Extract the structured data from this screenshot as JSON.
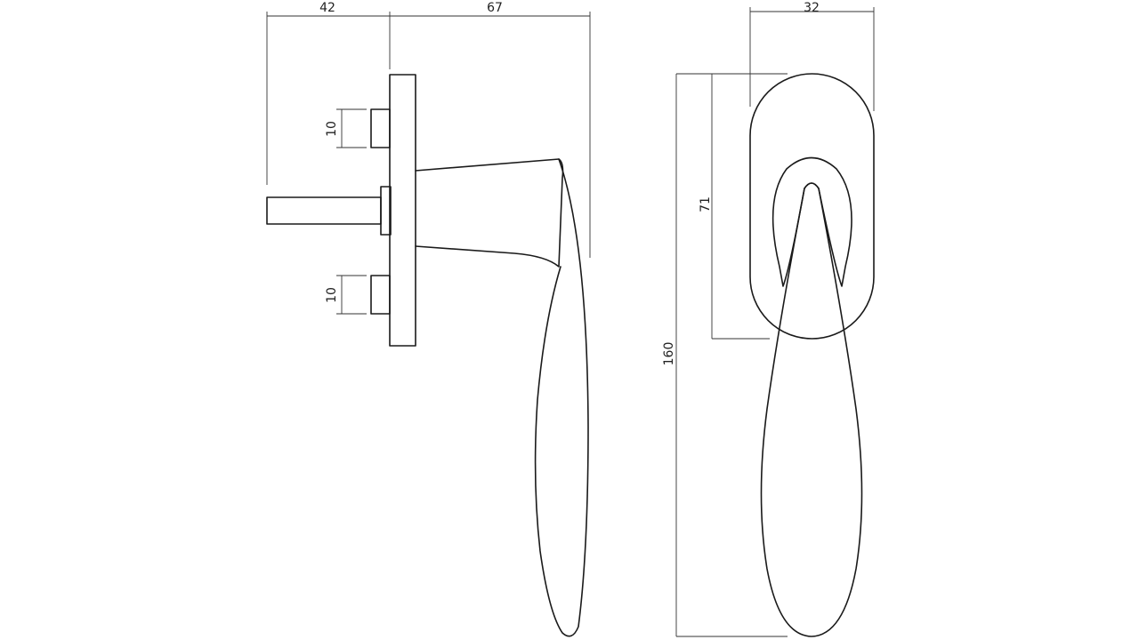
{
  "drawing": {
    "colors": {
      "line": "#1a1a1a",
      "dimension": "#333333",
      "background": "#ffffff"
    },
    "side_view": {
      "dimensions": {
        "spindle_length": "42",
        "handle_projection": "67",
        "screw_post_top": "10",
        "screw_post_bottom": "10"
      }
    },
    "front_view": {
      "dimensions": {
        "rose_width": "32",
        "rose_height": "71",
        "total_height": "160"
      }
    }
  }
}
